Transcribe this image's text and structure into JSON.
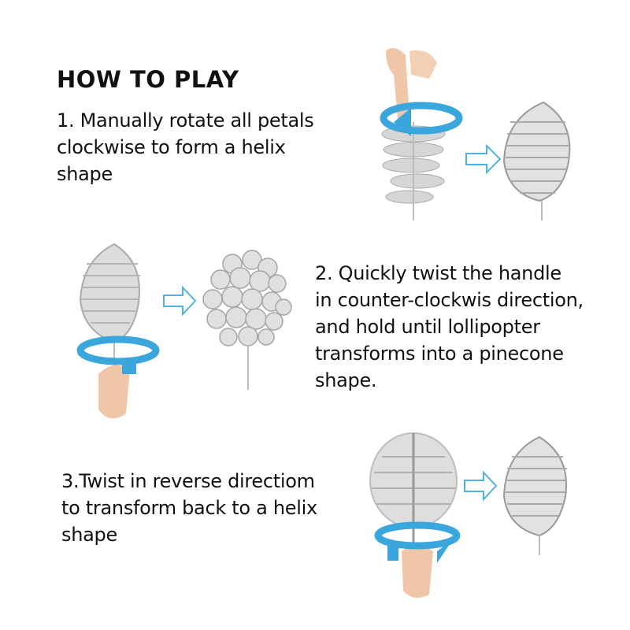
{
  "title": "HOW TO PLAY",
  "steps": [
    {
      "text": "1. Manually rotate all petals\nclockwise to form a helix\nshape"
    },
    {
      "text": "2. Quickly twist the handle\nin counter-clockwis direction,\nand hold until lollipopter\ntransforms into a pinecone\nshape."
    },
    {
      "text": "3.Twist in reverse directiom\nto transform back to a helix\nshape"
    }
  ],
  "colors": {
    "arrow_blue": "#3aa6dc",
    "outline_arrow": "#4fb3e0",
    "toy_gray": "#c9c9c9"
  }
}
